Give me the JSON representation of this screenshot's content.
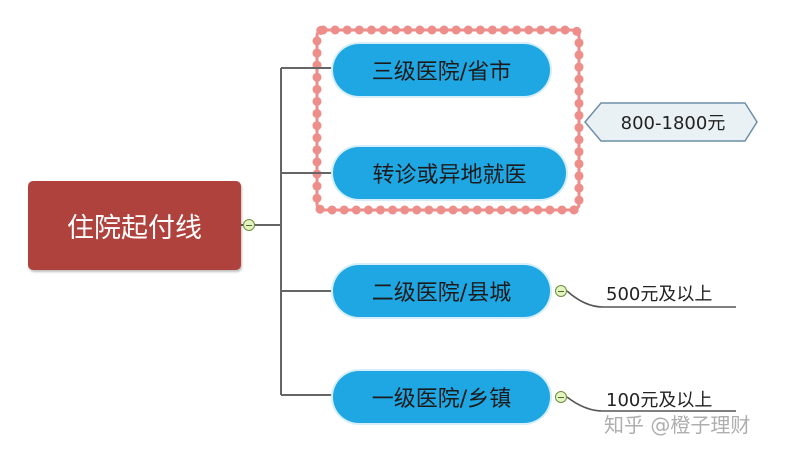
{
  "root": {
    "label": "住院起付线"
  },
  "branches": [
    {
      "label": "三级医院/省市"
    },
    {
      "label": "转诊或异地就医"
    },
    {
      "label": "二级医院/县城"
    },
    {
      "label": "一级医院/乡镇"
    }
  ],
  "callout": {
    "label": "800-1800元"
  },
  "leaves": [
    {
      "label": "500元及以上"
    },
    {
      "label": "100元及以上"
    }
  ],
  "watermark": {
    "text": "知乎 @橙子理财"
  },
  "colors": {
    "root": "#b0423d",
    "branch": "#1ea7e3",
    "boundary_scallop": "#ee8e8b",
    "callout_fill": "#eaf1f4",
    "callout_border": "#6e8fa6"
  }
}
